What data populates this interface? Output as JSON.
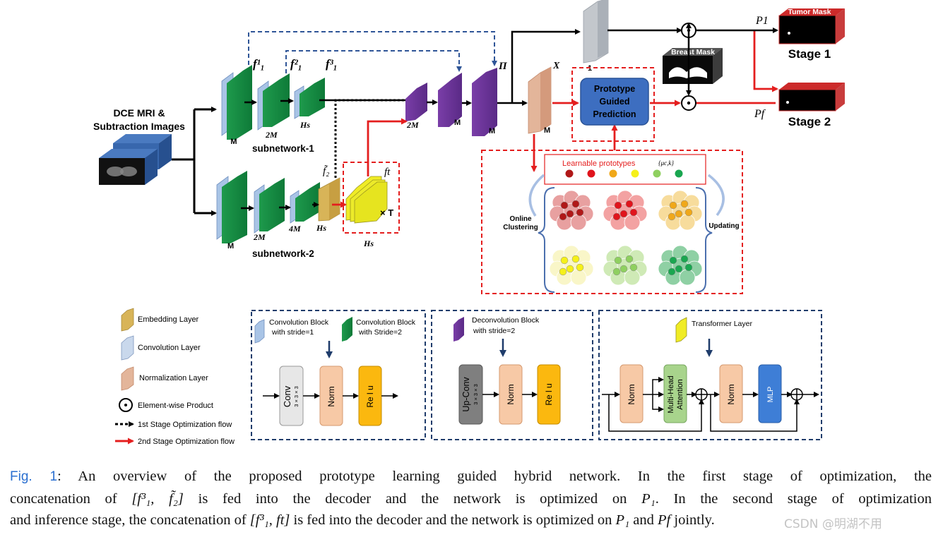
{
  "input": {
    "title_line1": "DCE MRI &",
    "title_line2": "Subtraction Images"
  },
  "subnet1": {
    "label": "subnetwork-1",
    "feat1": "f¹₁",
    "feat2": "f²₁",
    "feat3": "f³₁",
    "size_m": "M",
    "size_2m": "2M",
    "size_hs": "Hs"
  },
  "subnet2": {
    "label": "subnetwork-2",
    "size_m": "M",
    "size_2m": "2M",
    "size_4m": "4M",
    "size_hs": "Hs",
    "f2_tilde": "f̃₂",
    "ft": "ft",
    "times_t": "× T",
    "hs_below": "Hs"
  },
  "decoder": {
    "size_2m": "2M",
    "size_m1": "M",
    "size_m2": "M",
    "pi": "Π"
  },
  "norm_block": {
    "x": "X",
    "size": "M"
  },
  "top_path": {
    "one": "1"
  },
  "outputs": {
    "p1": "P1",
    "pf": "Pf",
    "tumor_mask_1": "Tumor Mask",
    "tumor_mask_2": "Tumor Mask",
    "breast_mask": "Breast Mask",
    "stage1": "Stage 1",
    "stage2": "Stage 2"
  },
  "prototype": {
    "box_line1": "Prototype",
    "box_line2": "Guided",
    "box_line3": "Prediction",
    "learnable": "Learnable prototypes",
    "learnable_math": "{μc,k}",
    "online": "Online",
    "clustering": "Clustering",
    "updating": "Updating",
    "dot_colors": [
      "#b01818",
      "#e0141c",
      "#f0a81a",
      "#f5f01a",
      "#8fd060",
      "#1aa650"
    ]
  },
  "legend": {
    "embedding": "Embedding Layer",
    "convolution": "Convolution Layer",
    "normalization": "Normalization Layer",
    "elementwise": "Element-wise Product",
    "stage1_flow": "1st Stage Optimization flow",
    "stage2_flow": "2nd Stage Optimization flow"
  },
  "block_conv": {
    "title1a": "Convolution Block",
    "title1b": "with stride=1",
    "title2a": "Convolution Block",
    "title2b": "with Stride=2",
    "conv": "Conv",
    "conv_k": "3 × 3 × 3",
    "norm": "Norm",
    "relu": "Re l u"
  },
  "block_deconv": {
    "title_a": "Deconvolution Block",
    "title_b": "with stride=2",
    "upconv": "Up-Conv",
    "upconv_k": "3 × 3 × 3",
    "norm": "Norm",
    "relu": "Re l u"
  },
  "block_transformer": {
    "title": "Transformer Layer",
    "norm1": "Norm",
    "mha1": "Multi-Head",
    "mha2": "Attention",
    "norm2": "Norm",
    "mlp": "MLP"
  },
  "caption": {
    "label": "Fig. 1",
    "line1": ": An overview of the proposed prototype learning guided hybrid network. In the first stage of optimization, the",
    "line2a": "concatenation of ",
    "line2m": "[f³₁, f̃₂]",
    "line2b": " is fed into the decoder and the network is optimized on ",
    "line2p": "P₁",
    "line2c": ". In the second stage of optimization",
    "line3a": "and inference stage, the concatenation of ",
    "line3m": "[f³₁, ft]",
    "line3b": " is fed into the decoder and the network is optimized on ",
    "line3p1": "P₁",
    "line3c": " and ",
    "line3p2": "Pf",
    "line3d": " jointly."
  },
  "watermark": "CSDN @明湖不用"
}
